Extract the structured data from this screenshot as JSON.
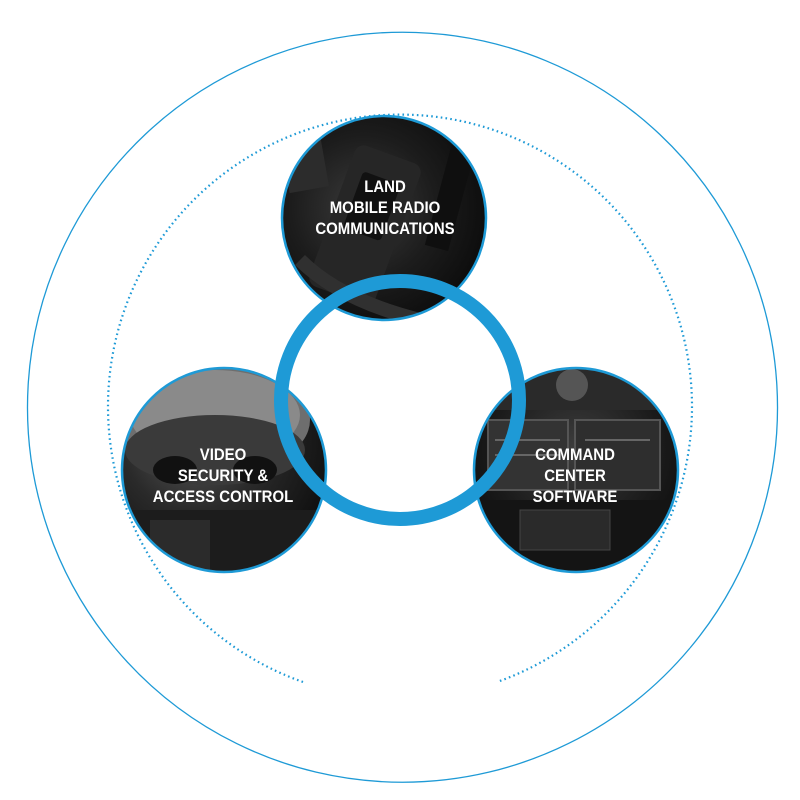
{
  "colors": {
    "accent": "#1e9ad6",
    "photo_dark": "#151515",
    "label_text": "#ffffff"
  },
  "nodes": [
    {
      "id": "radio",
      "icon": "two-way-radio-photo",
      "lines": [
        "LAND",
        "MOBILE RADIO",
        "COMMUNICATIONS"
      ]
    },
    {
      "id": "video",
      "icon": "security-camera-photo",
      "lines": [
        "VIDEO",
        "SECURITY &",
        "ACCESS CONTROL"
      ]
    },
    {
      "id": "command",
      "icon": "control-room-monitors-photo",
      "lines": [
        "COMMAND",
        "CENTER",
        "SOFTWARE"
      ]
    }
  ]
}
